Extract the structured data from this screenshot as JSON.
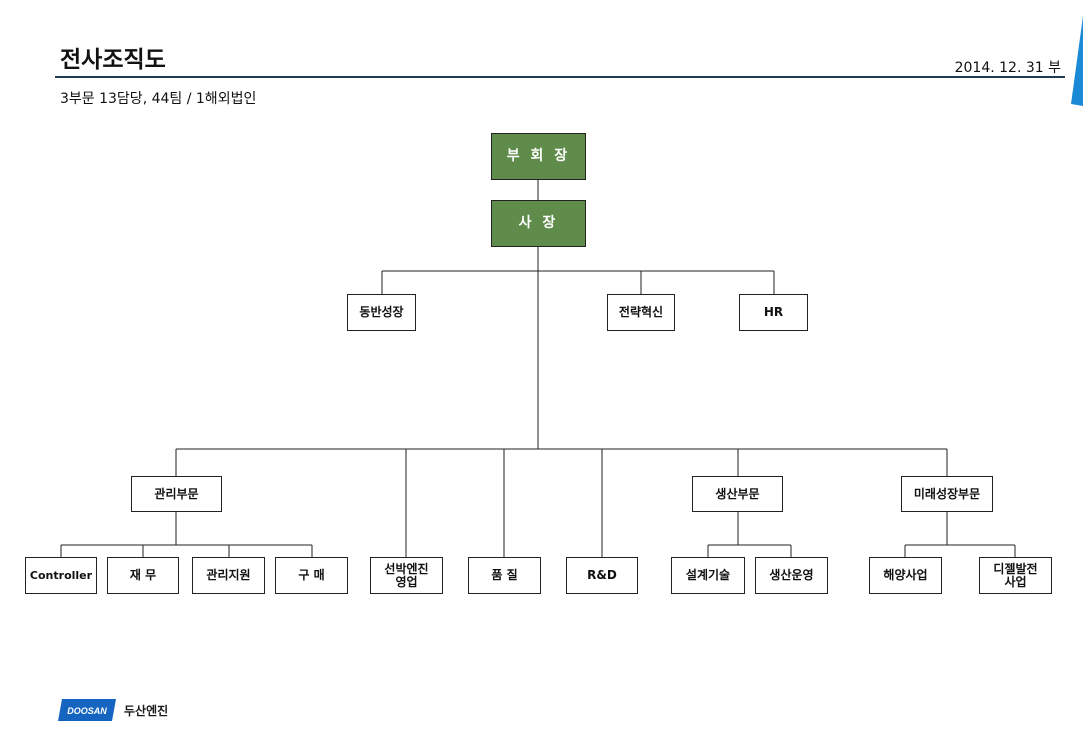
{
  "header": {
    "title": "전사조직도",
    "date": "2014. 12. 31 부",
    "subtitle": "3부문 13담당, 44팀 / 1해외법인"
  },
  "colors": {
    "executive_fill": "#5f8c4a",
    "rule": "#1f3b55",
    "accent_corner": "#1b8ad6",
    "logo_blue": "#1565c0"
  },
  "org": {
    "vice_chairman": "부 회 장",
    "president": "사  장",
    "staff": {
      "dongban": "동반성장",
      "strategy": "전략혁신",
      "hr": "HR"
    },
    "divisions": {
      "management": "관리부문",
      "production": "생산부문",
      "future": "미래성장부문"
    },
    "teams": {
      "controller": "Controller",
      "finance": "재 무",
      "admin_support": "관리지원",
      "purchase": "구 매",
      "sales": "선박엔진\n영업",
      "quality": "품 질",
      "rnd": "R&D",
      "design": "설계기술",
      "operations": "생산운영",
      "offshore": "해양사업",
      "diesel": "디젤발전\n사업"
    }
  },
  "footer": {
    "logo_mark": "DOOSAN",
    "company": "두산엔진"
  }
}
